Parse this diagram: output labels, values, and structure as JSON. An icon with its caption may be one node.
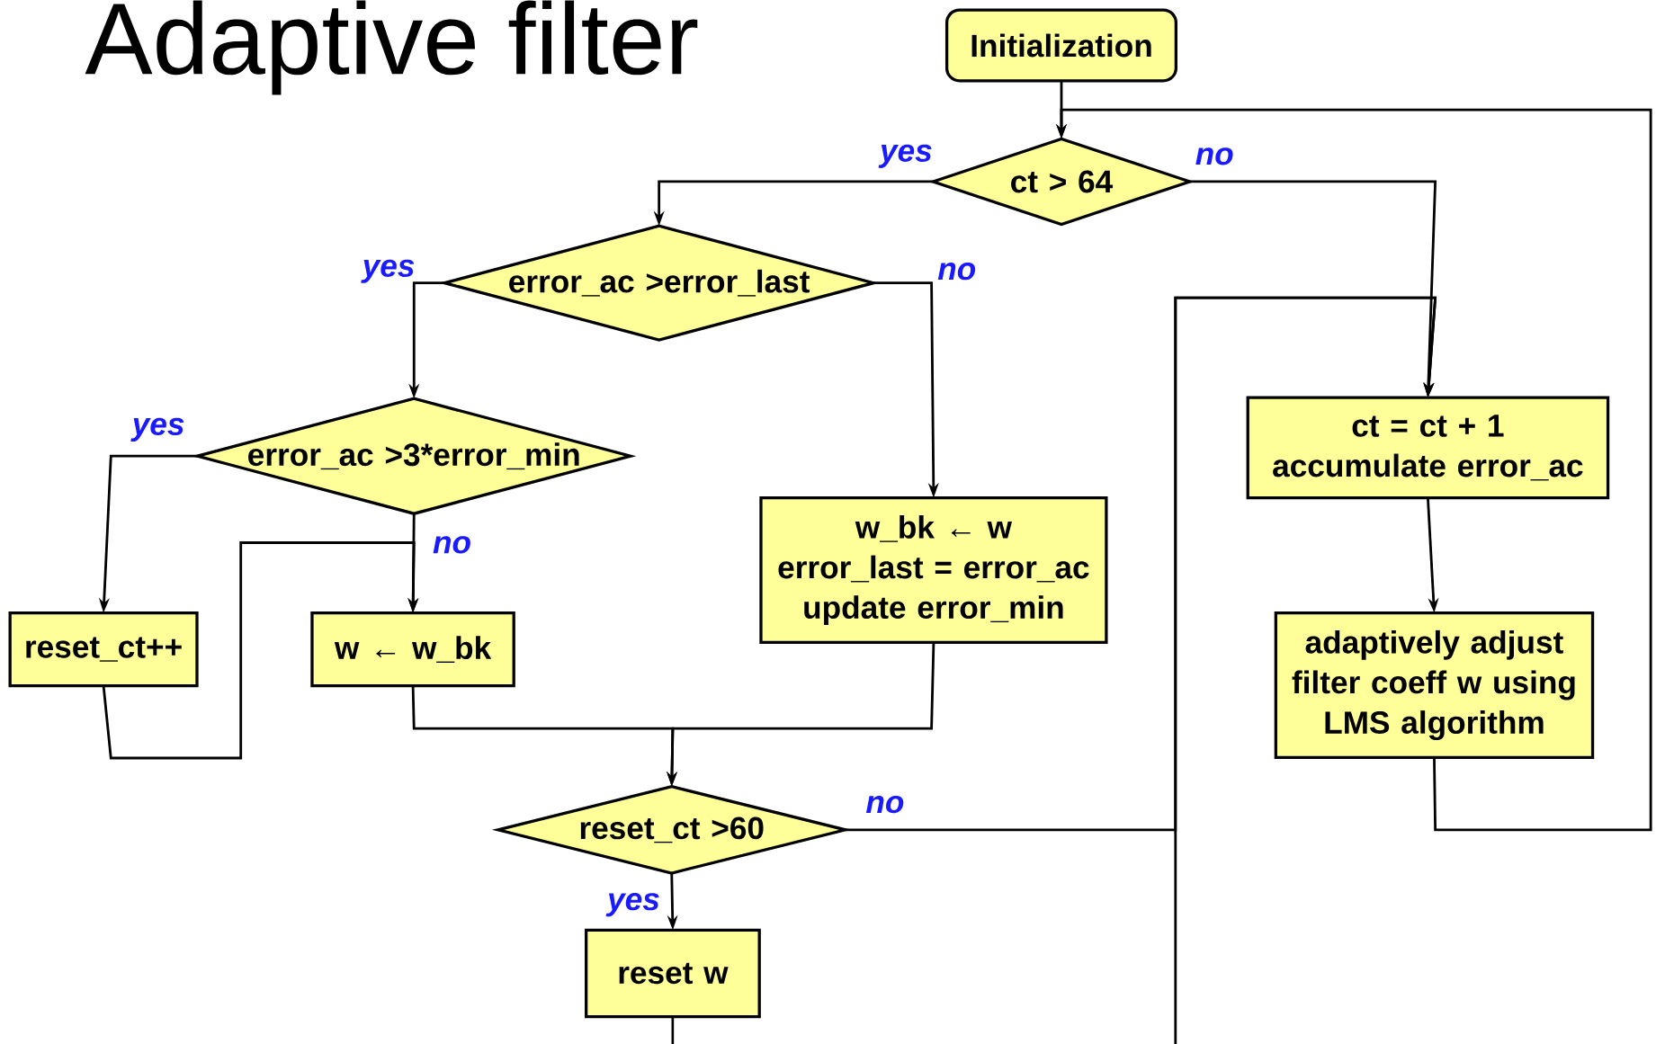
{
  "diagram": {
    "title": "Adaptive filter",
    "nodes": [
      {
        "text": [
          "Initialization"
        ]
      },
      {
        "text": [
          "ct > 64"
        ]
      },
      {
        "text": [
          "error_ac >error_last"
        ]
      },
      {
        "text": [
          "error_ac >3*error_min"
        ]
      },
      {
        "text": [
          "reset_ct++"
        ]
      },
      {
        "text": [
          "w ← w_bk"
        ]
      },
      {
        "text": [
          "w_bk ← w",
          "error_last = error_ac",
          "update error_min"
        ]
      },
      {
        "text": [
          "ct = ct + 1",
          "accumulate error_ac"
        ]
      },
      {
        "text": [
          "adaptively adjust filter coeff w using LMS algorithm"
        ]
      },
      {
        "text": [
          "reset_ct >60"
        ]
      },
      {
        "text": [
          "reset w"
        ]
      }
    ],
    "edges": [
      {
        "from": 0,
        "to": 1,
        "arrow": "to"
      },
      {
        "from": 1,
        "to": 2,
        "arrow": "to",
        "label": "yes"
      },
      {
        "from": 1,
        "to": 7,
        "arrow": "to",
        "label": "no"
      },
      {
        "from": 2,
        "to": 3,
        "arrow": "to",
        "label": "yes"
      },
      {
        "from": 2,
        "to": 6,
        "arrow": "to",
        "label": "no"
      },
      {
        "from": 3,
        "to": 4,
        "arrow": "to",
        "label": "yes"
      },
      {
        "from": 3,
        "to": 5,
        "arrow": "to",
        "label": "no"
      },
      {
        "from": 4,
        "to": 5,
        "arrow": "to"
      },
      {
        "from": 5,
        "to": 9,
        "arrow": "to"
      },
      {
        "from": 6,
        "to": 9,
        "arrow": "to"
      },
      {
        "from": 9,
        "to": 10,
        "arrow": "to",
        "label": "yes"
      },
      {
        "from": 9,
        "to": 7,
        "arrow": "to",
        "label": "no"
      },
      {
        "from": null,
        "to": 7,
        "arrow": "to"
      },
      {
        "from": 7,
        "to": 8,
        "arrow": "to"
      },
      {
        "from": 8,
        "to": 1,
        "arrow": "to"
      },
      {
        "from": 10,
        "to": null,
        "arrow": "none"
      }
    ]
  }
}
